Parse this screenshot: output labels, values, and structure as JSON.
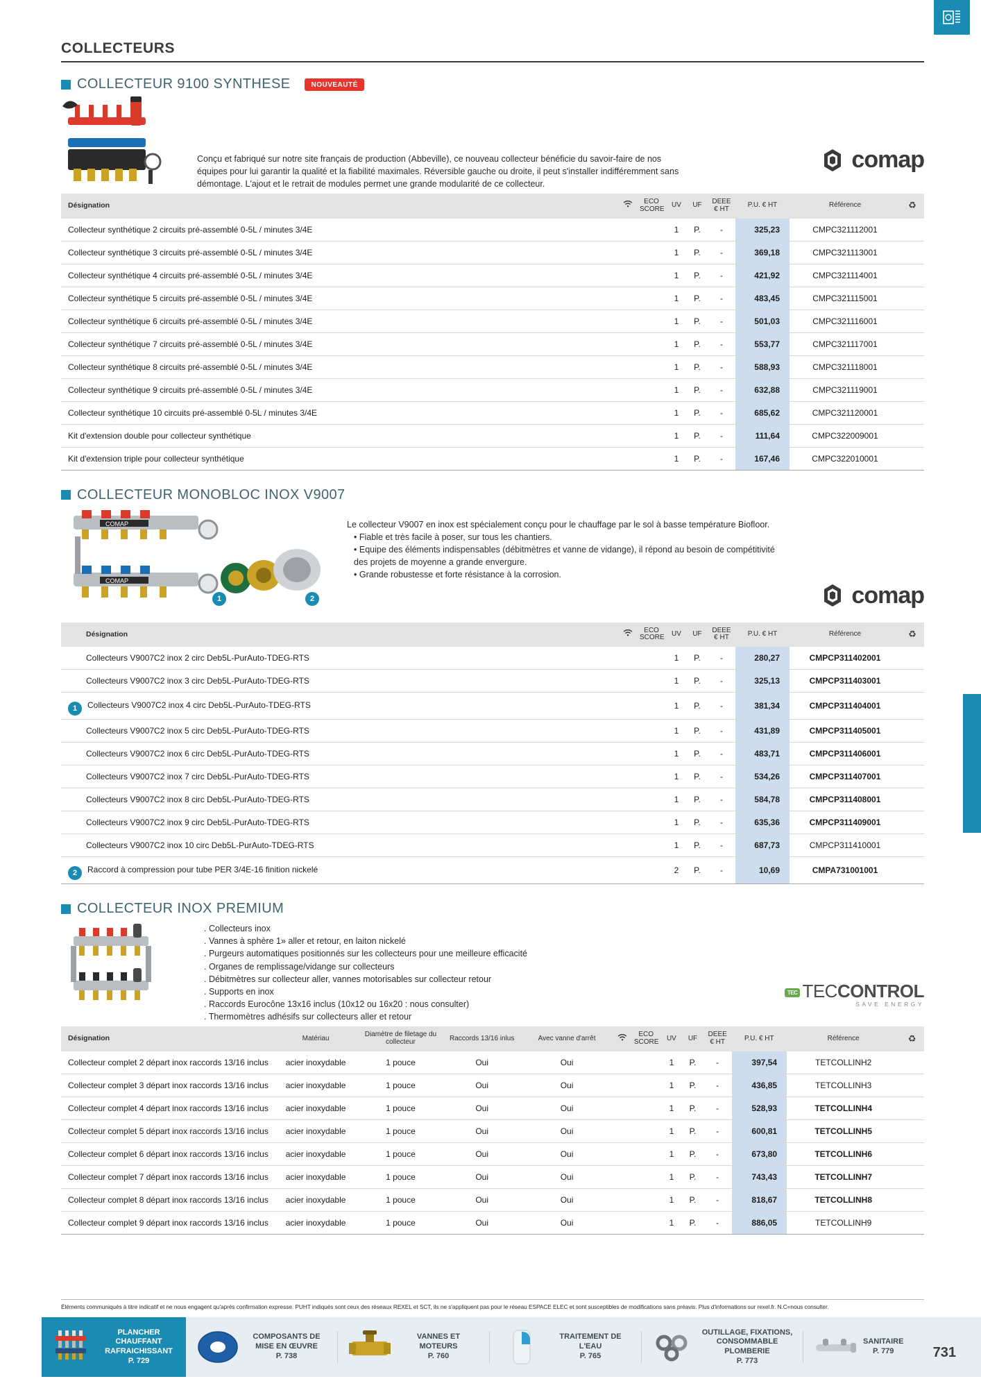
{
  "page": {
    "title": "COLLECTEURS",
    "number": "731",
    "disclaimer": "Éléments communiqués à titre indicatif et ne nous engagent qu'après confirmation expresse. PUHT indiqués sont ceux des réseaux REXEL et SCT, ils ne s'appliquent pas pour le réseau ESPACE ELEC et sont susceptibles de modifications sans préavis. Plus d'informations sur rexel.fr. N.C=nous consulter.",
    "accent_color": "#1a8cb4",
    "price_cell_color": "#cddded",
    "header_row_color": "#e3e3e3",
    "badge_color": "#e8352b"
  },
  "table_headers": {
    "designation": "Désignation",
    "wifi": "wifi-icon",
    "eco_score": "ECO SCORE",
    "uv": "UV",
    "uf": "UF",
    "deee": "DEEE € HT",
    "pu": "P.U. € HT",
    "reference": "Référence",
    "recycle": "recycle-icon",
    "materiau": "Matériau",
    "diametre": "Diamètre de filetage du collecteur",
    "raccords": "Raccords 13/16 inlus",
    "vanne": "Avec vanne d'arrêt"
  },
  "sections": [
    {
      "id": "collecteur-9100-synthese",
      "title": "COLLECTEUR 9100 SYNTHESE",
      "badge": "NOUVEAUTÉ",
      "brand": "comap",
      "description": "Conçu et fabriqué sur notre site français de production (Abbeville), ce nouveau collecteur bénéficie du savoir-faire de nos équipes pour lui garantir la qualité et la fiabilité maximales. Réversible gauche ou droite, il peut s'installer indifféremment sans démontage. L'ajout et le retrait de modules permet une grande modularité de ce collecteur.",
      "rows": [
        {
          "desig": "Collecteur synthétique 2 circuits pré-assemblé 0-5L / minutes 3/4E",
          "eco": "",
          "uv": "1",
          "uf": "P.",
          "deee": "-",
          "pu": "325,23",
          "ref": "CMPC321112001",
          "bold_ref": false
        },
        {
          "desig": "Collecteur synthétique 3 circuits pré-assemblé 0-5L / minutes 3/4E",
          "eco": "",
          "uv": "1",
          "uf": "P.",
          "deee": "-",
          "pu": "369,18",
          "ref": "CMPC321113001",
          "bold_ref": false
        },
        {
          "desig": "Collecteur synthétique 4 circuits pré-assemblé 0-5L / minutes 3/4E",
          "eco": "",
          "uv": "1",
          "uf": "P.",
          "deee": "-",
          "pu": "421,92",
          "ref": "CMPC321114001",
          "bold_ref": false
        },
        {
          "desig": "Collecteur synthétique 5 circuits pré-assemblé 0-5L / minutes 3/4E",
          "eco": "",
          "uv": "1",
          "uf": "P.",
          "deee": "-",
          "pu": "483,45",
          "ref": "CMPC321115001",
          "bold_ref": false
        },
        {
          "desig": "Collecteur synthétique 6 circuits pré-assemblé 0-5L / minutes 3/4E",
          "eco": "",
          "uv": "1",
          "uf": "P.",
          "deee": "-",
          "pu": "501,03",
          "ref": "CMPC321116001",
          "bold_ref": false
        },
        {
          "desig": "Collecteur synthétique 7 circuits pré-assemblé 0-5L / minutes 3/4E",
          "eco": "",
          "uv": "1",
          "uf": "P.",
          "deee": "-",
          "pu": "553,77",
          "ref": "CMPC321117001",
          "bold_ref": false
        },
        {
          "desig": "Collecteur synthétique 8 circuits pré-assemblé 0-5L / minutes 3/4E",
          "eco": "",
          "uv": "1",
          "uf": "P.",
          "deee": "-",
          "pu": "588,93",
          "ref": "CMPC321118001",
          "bold_ref": false
        },
        {
          "desig": "Collecteur synthétique 9 circuits pré-assemblé 0-5L / minutes 3/4E",
          "eco": "",
          "uv": "1",
          "uf": "P.",
          "deee": "-",
          "pu": "632,88",
          "ref": "CMPC321119001",
          "bold_ref": false
        },
        {
          "desig": "Collecteur synthétique 10 circuits pré-assemblé 0-5L / minutes 3/4E",
          "eco": "",
          "uv": "1",
          "uf": "P.",
          "deee": "-",
          "pu": "685,62",
          "ref": "CMPC321120001",
          "bold_ref": false
        },
        {
          "desig": "Kit d'extension double pour collecteur synthétique",
          "eco": "",
          "uv": "1",
          "uf": "P.",
          "deee": "-",
          "pu": "111,64",
          "ref": "CMPC322009001",
          "bold_ref": false
        },
        {
          "desig": "Kit d'extension triple pour collecteur synthétique",
          "eco": "",
          "uv": "1",
          "uf": "P.",
          "deee": "-",
          "pu": "167,46",
          "ref": "CMPC322010001",
          "bold_ref": false
        }
      ]
    },
    {
      "id": "collecteur-monobloc-inox-v9007",
      "title": "COLLECTEUR MONOBLOC INOX V9007",
      "badge": "",
      "brand": "comap",
      "description_lead": "Le collecteur V9007 en inox est spécialement conçu pour le chauffage par le sol à basse température Biofloor.",
      "bullets": [
        "Fiable et très facile à poser, sur tous les chantiers.",
        "Equipe des éléments indispensables (débitmètres et vanne de vidange), il répond au besoin de compétitivité des projets de moyenne a grande envergure.",
        "Grande robustesse et forte résistance à la corrosion."
      ],
      "rows": [
        {
          "marker": "",
          "desig": "Collecteurs V9007C2 inox 2 circ Deb5L-PurAuto-TDEG-RTS",
          "eco": "",
          "uv": "1",
          "uf": "P.",
          "deee": "-",
          "pu": "280,27",
          "ref": "CMPCP311402001",
          "bold_ref": true
        },
        {
          "marker": "",
          "desig": "Collecteurs V9007C2 inox 3 circ Deb5L-PurAuto-TDEG-RTS",
          "eco": "",
          "uv": "1",
          "uf": "P.",
          "deee": "-",
          "pu": "325,13",
          "ref": "CMPCP311403001",
          "bold_ref": true
        },
        {
          "marker": "1",
          "desig": "Collecteurs V9007C2 inox 4 circ Deb5L-PurAuto-TDEG-RTS",
          "eco": "",
          "uv": "1",
          "uf": "P.",
          "deee": "-",
          "pu": "381,34",
          "ref": "CMPCP311404001",
          "bold_ref": true
        },
        {
          "marker": "",
          "desig": "Collecteurs V9007C2 inox 5 circ Deb5L-PurAuto-TDEG-RTS",
          "eco": "",
          "uv": "1",
          "uf": "P.",
          "deee": "-",
          "pu": "431,89",
          "ref": "CMPCP311405001",
          "bold_ref": true
        },
        {
          "marker": "",
          "desig": "Collecteurs V9007C2 inox 6 circ  Deb5L-PurAuto-TDEG-RTS",
          "eco": "",
          "uv": "1",
          "uf": "P.",
          "deee": "-",
          "pu": "483,71",
          "ref": "CMPCP311406001",
          "bold_ref": true
        },
        {
          "marker": "",
          "desig": "Collecteurs V9007C2 inox 7 circ Deb5L-PurAuto-TDEG-RTS",
          "eco": "",
          "uv": "1",
          "uf": "P.",
          "deee": "-",
          "pu": "534,26",
          "ref": "CMPCP311407001",
          "bold_ref": true
        },
        {
          "marker": "",
          "desig": "Collecteurs V9007C2 inox 8 circ Deb5L-PurAuto-TDEG-RTS",
          "eco": "",
          "uv": "1",
          "uf": "P.",
          "deee": "-",
          "pu": "584,78",
          "ref": "CMPCP311408001",
          "bold_ref": true
        },
        {
          "marker": "",
          "desig": "Collecteurs V9007C2 inox 9 circ Deb5L-PurAuto-TDEG-RTS",
          "eco": "",
          "uv": "1",
          "uf": "P.",
          "deee": "-",
          "pu": "635,36",
          "ref": "CMPCP311409001",
          "bold_ref": true
        },
        {
          "marker": "",
          "desig": "Collecteurs V9007C2 inox 10 circ Deb5L-PurAuto-TDEG-RTS",
          "eco": "",
          "uv": "1",
          "uf": "P.",
          "deee": "-",
          "pu": "687,73",
          "ref": "CMPCP311410001",
          "bold_ref": false
        },
        {
          "marker": "2",
          "desig": "Raccord à compression pour tube PER 3/4E-16 finition nickelé",
          "eco": "",
          "uv": "2",
          "uf": "P.",
          "deee": "-",
          "pu": "10,69",
          "ref": "CMPA731001001",
          "bold_ref": true
        }
      ]
    },
    {
      "id": "collecteur-inox-premium",
      "title": "COLLECTEUR INOX PREMIUM",
      "badge": "",
      "brand": "teccontrol",
      "brand_text_1": "TEC",
      "brand_text_2": "CONTROL",
      "brand_tagline": "SAVE ENERGY",
      "brand_chip": "TEC",
      "features": [
        ". Collecteurs inox",
        ". Vannes à sphère 1» aller et retour, en laiton nickelé",
        ". Purgeurs automatiques positionnés sur les collecteurs pour une meilleure efficacité",
        ". Organes de remplissage/vidange sur collecteurs",
        ". Débitmètres sur collecteur aller, vannes motorisables sur collecteur retour",
        ". Supports en inox",
        ". Raccords Eurocône 13x16 inclus (10x12 ou 16x20 : nous consulter)",
        ". Thermomètres adhésifs sur collecteurs aller et retour"
      ],
      "rows": [
        {
          "desig": "Collecteur complet 2 départ inox raccords 13/16 inclus",
          "materiau": "acier inoxydable",
          "diametre": "1 pouce",
          "raccords": "Oui",
          "vanne": "Oui",
          "eco": "",
          "uv": "1",
          "uf": "P.",
          "deee": "-",
          "pu": "397,54",
          "ref": "TETCOLLINH2",
          "bold_ref": false
        },
        {
          "desig": "Collecteur complet 3 départ inox raccords 13/16 inclus",
          "materiau": "acier inoxydable",
          "diametre": "1 pouce",
          "raccords": "Oui",
          "vanne": "Oui",
          "eco": "",
          "uv": "1",
          "uf": "P.",
          "deee": "-",
          "pu": "436,85",
          "ref": "TETCOLLINH3",
          "bold_ref": false
        },
        {
          "desig": "Collecteur complet 4 départ inox raccords 13/16 inclus",
          "materiau": "acier inoxydable",
          "diametre": "1 pouce",
          "raccords": "Oui",
          "vanne": "Oui",
          "eco": "",
          "uv": "1",
          "uf": "P.",
          "deee": "-",
          "pu": "528,93",
          "ref": "TETCOLLINH4",
          "bold_ref": true
        },
        {
          "desig": "Collecteur complet 5 départ inox raccords 13/16 inclus",
          "materiau": "acier inoxydable",
          "diametre": "1 pouce",
          "raccords": "Oui",
          "vanne": "Oui",
          "eco": "",
          "uv": "1",
          "uf": "P.",
          "deee": "-",
          "pu": "600,81",
          "ref": "TETCOLLINH5",
          "bold_ref": true
        },
        {
          "desig": "Collecteur complet 6 départ inox raccords 13/16 inclus",
          "materiau": "acier inoxydable",
          "diametre": "1 pouce",
          "raccords": "Oui",
          "vanne": "Oui",
          "eco": "",
          "uv": "1",
          "uf": "P.",
          "deee": "-",
          "pu": "673,80",
          "ref": "TETCOLLINH6",
          "bold_ref": true
        },
        {
          "desig": "Collecteur complet 7 départ inox raccords 13/16 inclus",
          "materiau": "acier inoxydable",
          "diametre": "1 pouce",
          "raccords": "Oui",
          "vanne": "Oui",
          "eco": "",
          "uv": "1",
          "uf": "P.",
          "deee": "-",
          "pu": "743,43",
          "ref": "TETCOLLINH7",
          "bold_ref": true
        },
        {
          "desig": "Collecteur complet 8 départ inox raccords 13/16 inclus",
          "materiau": "acier inoxydable",
          "diametre": "1 pouce",
          "raccords": "Oui",
          "vanne": "Oui",
          "eco": "",
          "uv": "1",
          "uf": "P.",
          "deee": "-",
          "pu": "818,67",
          "ref": "TETCOLLINH8",
          "bold_ref": true
        },
        {
          "desig": "Collecteur complet 9 départ inox raccords 13/16 inclus",
          "materiau": "acier inoxydable",
          "diametre": "1 pouce",
          "raccords": "Oui",
          "vanne": "Oui",
          "eco": "",
          "uv": "1",
          "uf": "P.",
          "deee": "-",
          "pu": "886,05",
          "ref": "TETCOLLINH9",
          "bold_ref": false
        }
      ]
    }
  ],
  "footer_nav": [
    {
      "label": "PLANCHER CHAUFFANT RAFRAICHISSANT",
      "page": "P. 729",
      "active": true,
      "icon": "manifold-icon"
    },
    {
      "label": "COMPOSANTS DE MISE EN ŒUVRE",
      "page": "P. 738",
      "active": false,
      "icon": "pipe-coil-icon"
    },
    {
      "label": "VANNES ET MOTEURS",
      "page": "P. 760",
      "active": false,
      "icon": "brass-valve-icon"
    },
    {
      "label": "TRAITEMENT DE L'EAU",
      "page": "P. 765",
      "active": false,
      "icon": "water-softener-icon"
    },
    {
      "label": "OUTILLAGE, FIXATIONS, CONSOMMABLE PLOMBERIE",
      "page": "P. 773",
      "active": false,
      "icon": "tools-icon"
    },
    {
      "label": "SANITAIRE",
      "page": "P. 779",
      "active": false,
      "icon": "mixer-tap-icon"
    }
  ]
}
